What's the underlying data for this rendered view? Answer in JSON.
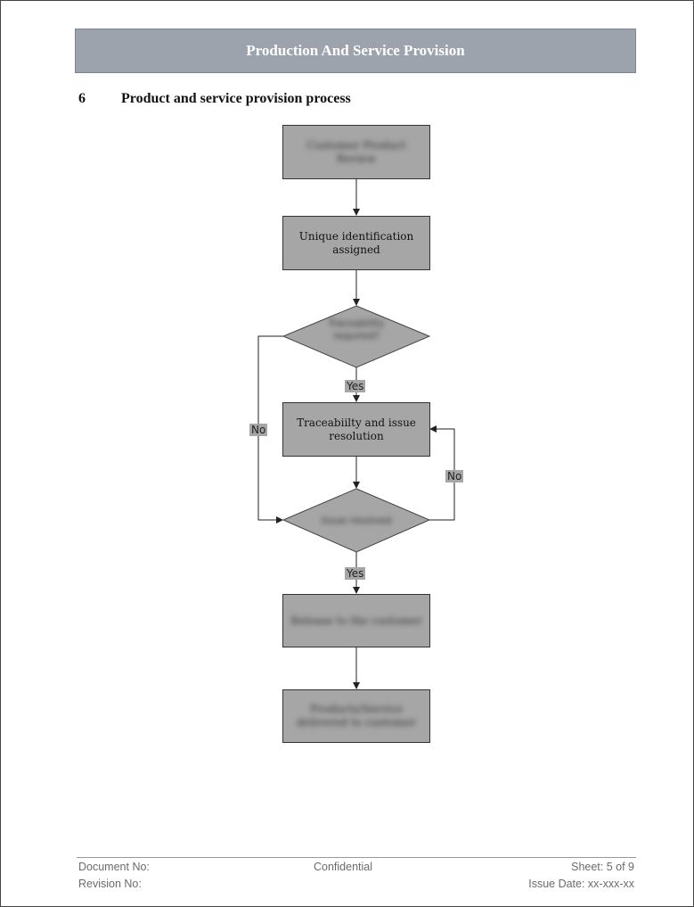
{
  "header": {
    "title": "Production And Service Provision"
  },
  "section": {
    "number": "6",
    "title": "Product and service provision process"
  },
  "flowchart": {
    "nodes": {
      "start": {
        "label": "Customer Product Review"
      },
      "unique_id": {
        "label": "Unique identification assigned"
      },
      "decision1": {
        "label": "Traceability required?"
      },
      "traceability": {
        "label": "Traceabiilty and issue resolution"
      },
      "decision2": {
        "label": "Issue resolved"
      },
      "release": {
        "label": "Release to the customer"
      },
      "end": {
        "label": "Products/Service delivered to customer"
      }
    },
    "labels": {
      "yes1": "Yes",
      "no_left": "No",
      "no_right": "No",
      "yes2": "Yes"
    }
  },
  "footer": {
    "document_no": "Document No:",
    "revision_no": "Revision No:",
    "confidential": "Confidential",
    "sheet": "Sheet: 5 of 9",
    "issue_date": "Issue Date: xx-xxx-xx"
  }
}
